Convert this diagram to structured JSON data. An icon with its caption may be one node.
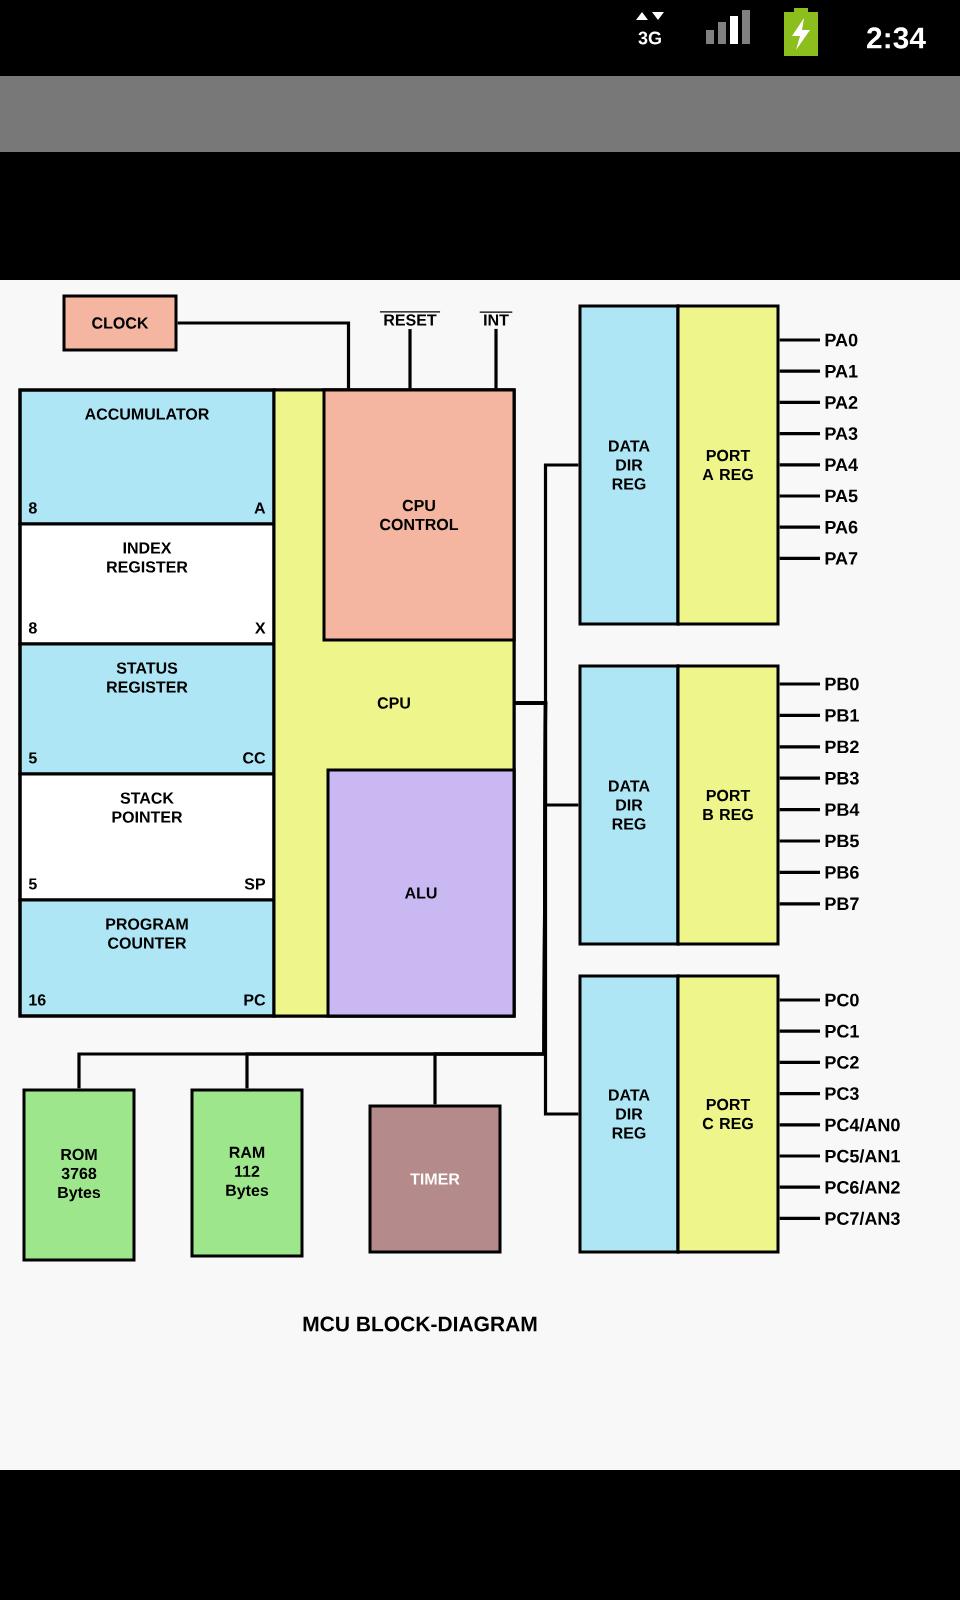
{
  "diagram": {
    "title": "MCU BLOCK-DIAGRAM",
    "nodes": [
      {
        "text": [
          "CLOCK"
        ]
      },
      {
        "text": [
          "RESET"
        ]
      },
      {
        "text": [
          "INT"
        ]
      },
      {
        "text": [
          "ACCUMULATOR",
          "8",
          "A"
        ]
      },
      {
        "text": [
          "INDEX REGISTER",
          "8",
          "X"
        ]
      },
      {
        "text": [
          "STATUS REGISTER",
          "5",
          "CC"
        ]
      },
      {
        "text": [
          "STACK POINTER",
          "5",
          "SP"
        ]
      },
      {
        "text": [
          "PROGRAM COUNTER",
          "16",
          "PC"
        ]
      },
      {
        "text": [
          "CPU"
        ]
      },
      {
        "text": [
          "CPU CONTROL"
        ],
        "in": 8
      },
      {
        "text": [
          "ALU"
        ],
        "in": 8
      },
      {
        "text": [
          "DATA DIR REG"
        ]
      },
      {
        "text": [
          "PORT A REG"
        ]
      },
      {
        "text": [
          "PA0"
        ]
      },
      {
        "text": [
          "PA1"
        ]
      },
      {
        "text": [
          "PA2"
        ]
      },
      {
        "text": [
          "PA3"
        ]
      },
      {
        "text": [
          "PA4"
        ]
      },
      {
        "text": [
          "PA5"
        ]
      },
      {
        "text": [
          "PA6"
        ]
      },
      {
        "text": [
          "PA7"
        ]
      },
      {
        "text": [
          "DATA DIR REG"
        ]
      },
      {
        "text": [
          "PORT B REG"
        ]
      },
      {
        "text": [
          "PB0"
        ]
      },
      {
        "text": [
          "PB1"
        ]
      },
      {
        "text": [
          "PB2"
        ]
      },
      {
        "text": [
          "PB3"
        ]
      },
      {
        "text": [
          "PB4"
        ]
      },
      {
        "text": [
          "PB5"
        ]
      },
      {
        "text": [
          "PB6"
        ]
      },
      {
        "text": [
          "PB7"
        ]
      },
      {
        "text": [
          "DATA DIR REG"
        ]
      },
      {
        "text": [
          "PORT C REG"
        ]
      },
      {
        "text": [
          "PC0"
        ]
      },
      {
        "text": [
          "PC1"
        ]
      },
      {
        "text": [
          "PC2"
        ]
      },
      {
        "text": [
          "PC3"
        ]
      },
      {
        "text": [
          "PC4/AN0"
        ]
      },
      {
        "text": [
          "PC5/AN1"
        ]
      },
      {
        "text": [
          "PC6/AN2"
        ]
      },
      {
        "text": [
          "PC7/AN3"
        ]
      },
      {
        "text": [
          "ROM 3768 Bytes"
        ]
      },
      {
        "text": [
          "RAM 112 Bytes"
        ]
      },
      {
        "text": [
          "TIMER"
        ]
      }
    ],
    "edges": [
      {
        "from": 0,
        "to": 9,
        "arrow": "none"
      },
      {
        "from": 1,
        "to": 9,
        "arrow": "none"
      },
      {
        "from": 2,
        "to": 9,
        "arrow": "none"
      },
      {
        "from": 8,
        "to": 11,
        "arrow": "none"
      },
      {
        "from": 8,
        "to": 21,
        "arrow": "none"
      },
      {
        "from": 8,
        "to": 31,
        "arrow": "none"
      },
      {
        "from": 8,
        "to": 41,
        "arrow": "none"
      },
      {
        "from": 8,
        "to": 42,
        "arrow": "none"
      },
      {
        "from": 8,
        "to": 43,
        "arrow": "none"
      },
      {
        "from": 12,
        "to": 13,
        "arrow": "none"
      },
      {
        "from": 12,
        "to": 14,
        "arrow": "none"
      },
      {
        "from": 12,
        "to": 15,
        "arrow": "none"
      },
      {
        "from": 12,
        "to": 16,
        "arrow": "none"
      },
      {
        "from": 12,
        "to": 17,
        "arrow": "none"
      },
      {
        "from": 12,
        "to": 18,
        "arrow": "none"
      },
      {
        "from": 12,
        "to": 19,
        "arrow": "none"
      },
      {
        "from": 12,
        "to": 20,
        "arrow": "none"
      },
      {
        "from": 22,
        "to": 23,
        "arrow": "none"
      },
      {
        "from": 22,
        "to": 24,
        "arrow": "none"
      },
      {
        "from": 22,
        "to": 25,
        "arrow": "none"
      },
      {
        "from": 22,
        "to": 26,
        "arrow": "none"
      },
      {
        "from": 22,
        "to": 27,
        "arrow": "none"
      },
      {
        "from": 22,
        "to": 28,
        "arrow": "none"
      },
      {
        "from": 22,
        "to": 29,
        "arrow": "none"
      },
      {
        "from": 22,
        "to": 30,
        "arrow": "none"
      },
      {
        "from": 32,
        "to": 33,
        "arrow": "none"
      },
      {
        "from": 32,
        "to": 34,
        "arrow": "none"
      },
      {
        "from": 32,
        "to": 35,
        "arrow": "none"
      },
      {
        "from": 32,
        "to": 36,
        "arrow": "none"
      },
      {
        "from": 32,
        "to": 37,
        "arrow": "none"
      },
      {
        "from": 32,
        "to": 38,
        "arrow": "none"
      },
      {
        "from": 32,
        "to": 39,
        "arrow": "none"
      },
      {
        "from": 32,
        "to": 40,
        "arrow": "none"
      }
    ],
    "labels": [
      "3G",
      "2:34"
    ]
  }
}
